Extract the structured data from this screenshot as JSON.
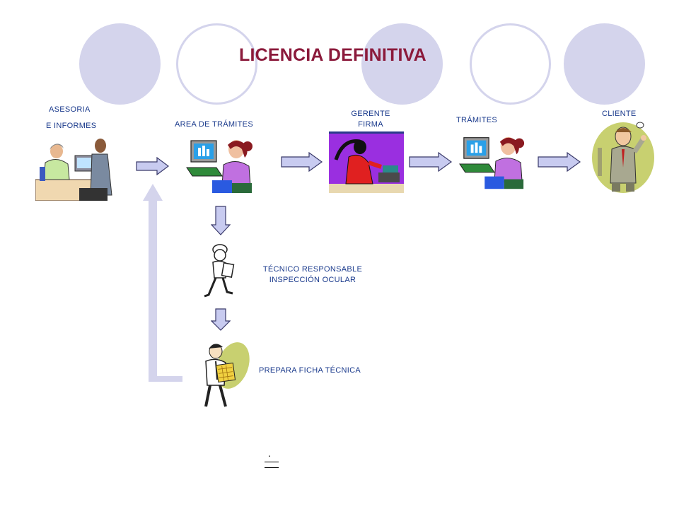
{
  "title": "LICENCIA DEFINITIVA",
  "steps": {
    "asesoria": {
      "line1": "ASESORIA",
      "line2": "E INFORMES"
    },
    "area_tramites": "AREA DE TRÁMITES",
    "gerente": {
      "line1": "GERENTE",
      "line2": "FIRMA"
    },
    "tramites": "TRÁMITES",
    "cliente": "CLIENTE",
    "tecnico": {
      "line1": "TÉCNICO RESPONSABLE",
      "line2": "INSPECCIÓN OCULAR"
    },
    "ficha": "PREPARA FICHA TÉCNICA"
  },
  "footer_mark": ".",
  "colors": {
    "title": "#8b1a3b",
    "label": "#1a3a8c",
    "circle": "#d4d4ec",
    "arrow_fill": "#c8cbf0",
    "arrow_stroke": "#3a3a6a",
    "purple_bg": "#9a2fe0"
  }
}
